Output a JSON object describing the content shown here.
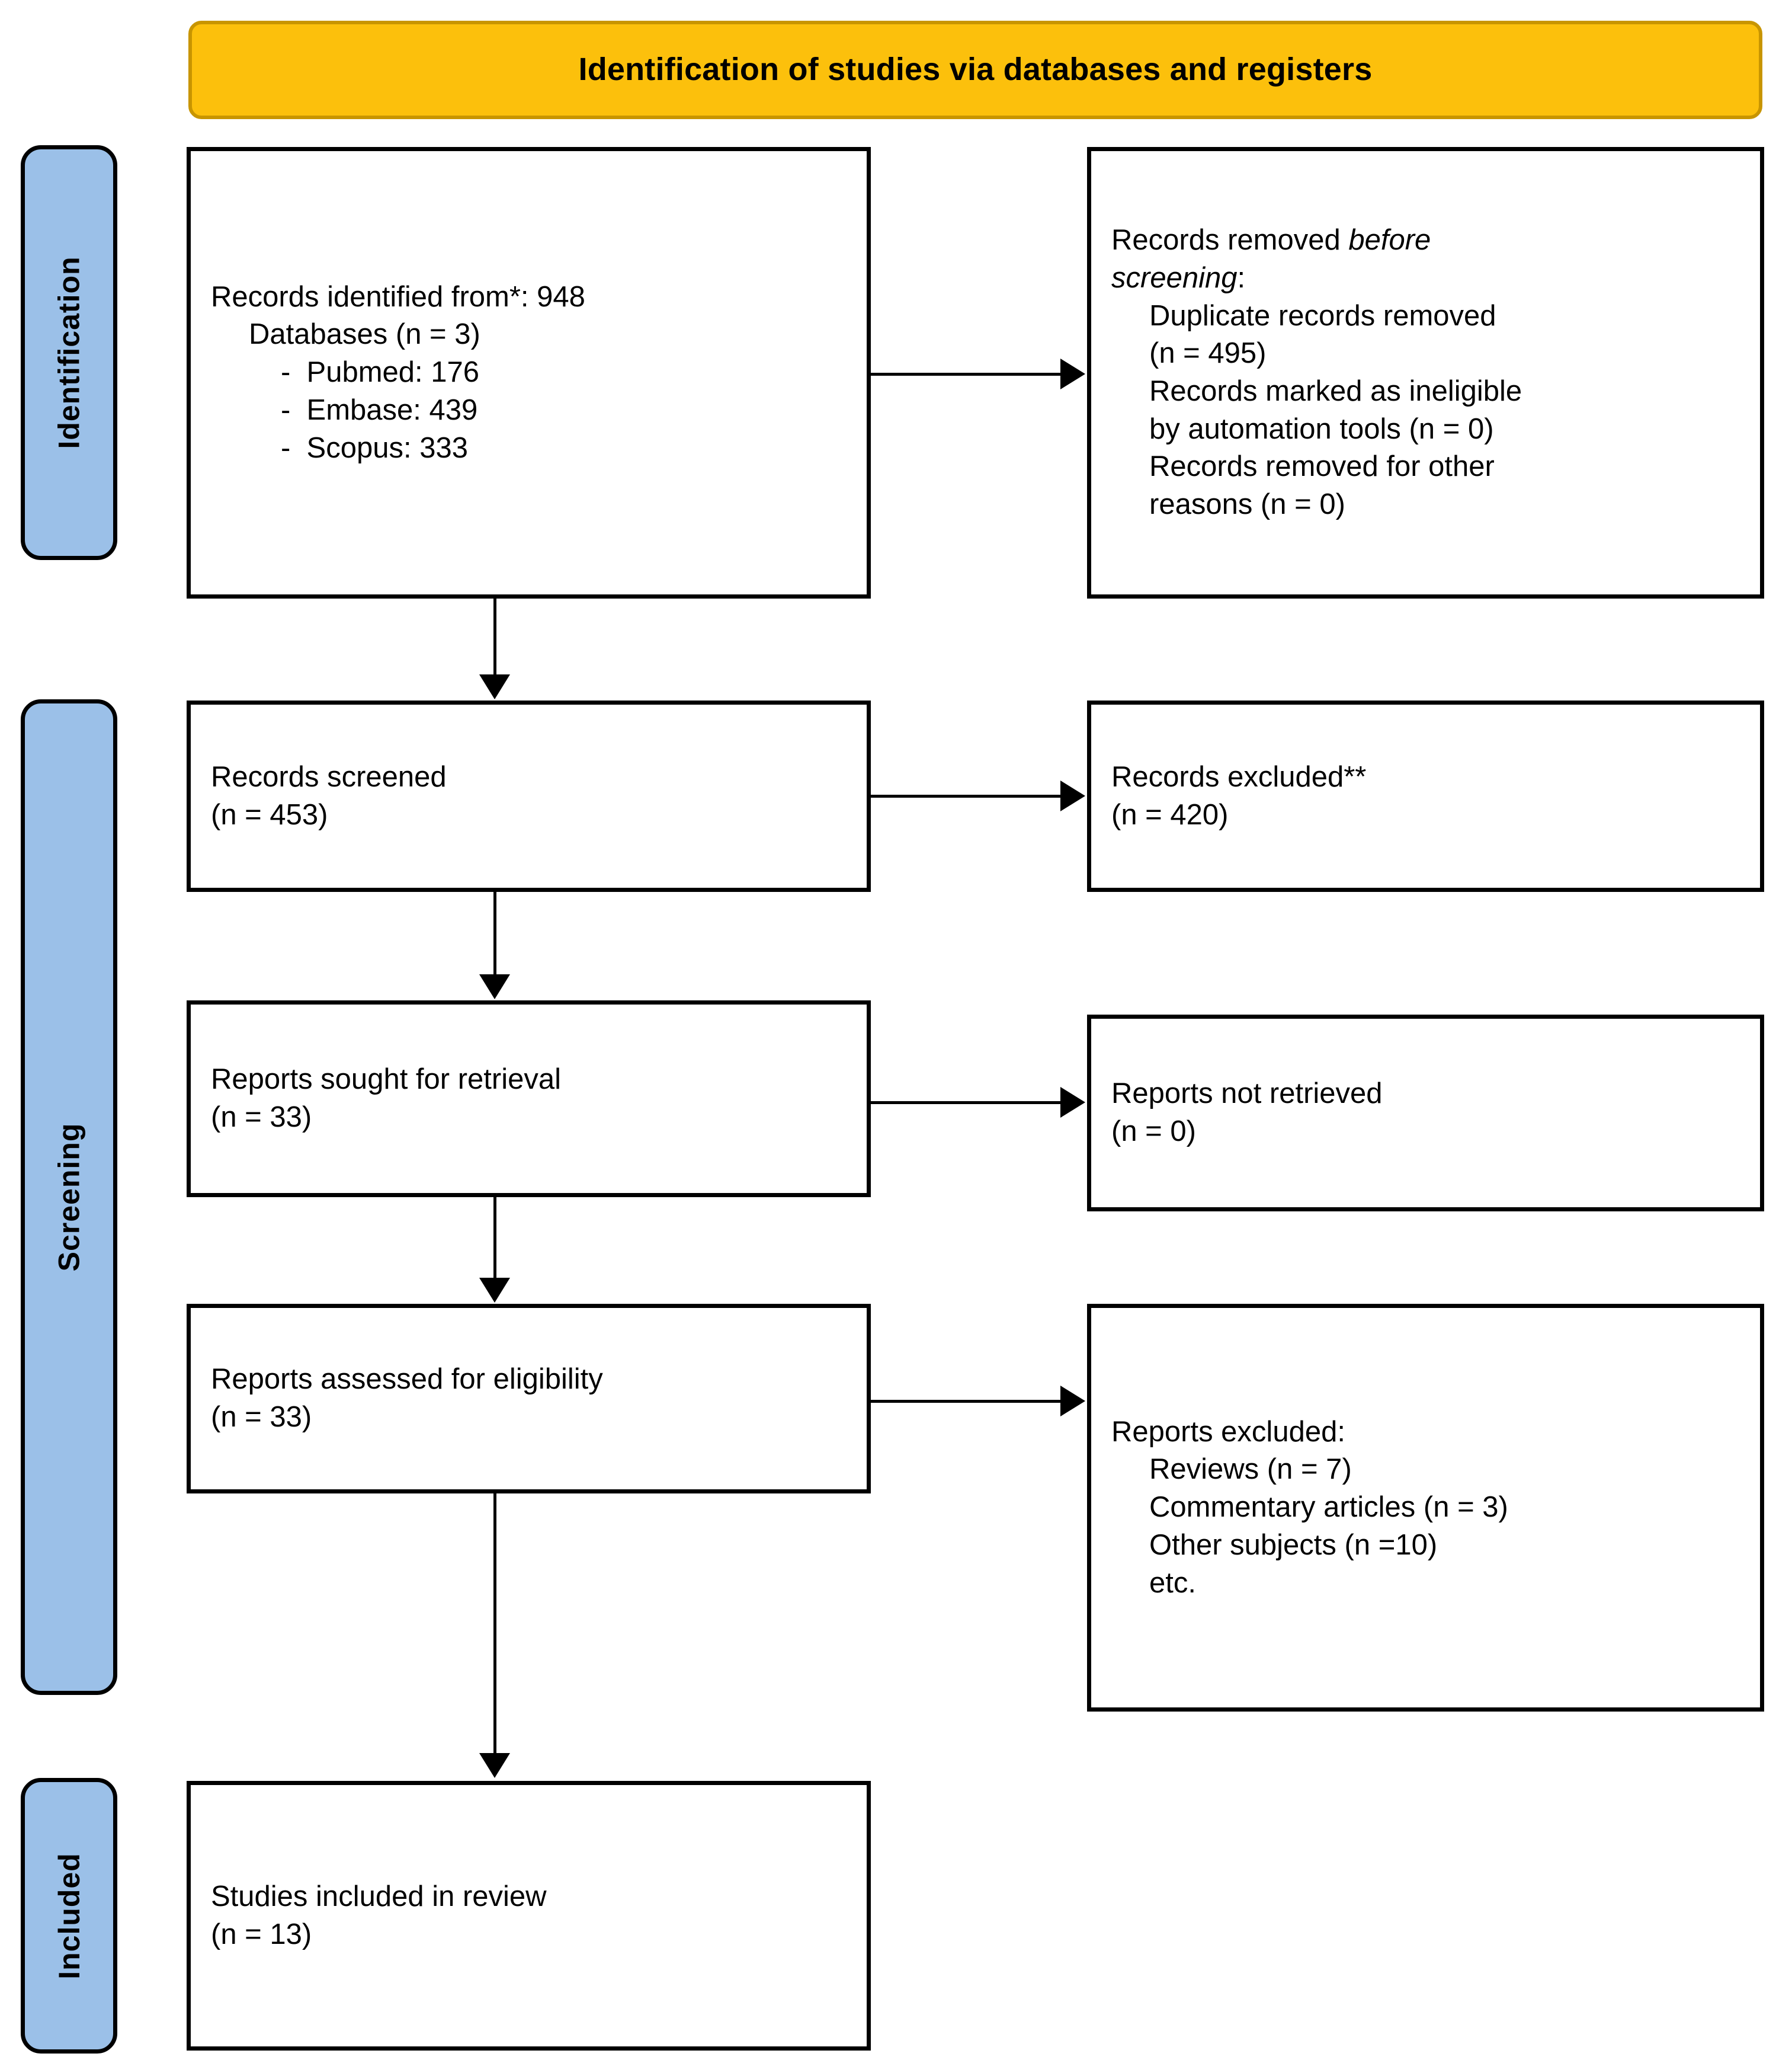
{
  "banner": {
    "title": "Identification of studies via databases and registers",
    "fill_color": "#FCC00C",
    "border_color": "#C89500"
  },
  "stages": [
    {
      "label": "Identification",
      "fill_color": "#9BC0E8"
    },
    {
      "label": "Screening",
      "fill_color": "#9BC0E8"
    },
    {
      "label": "Included",
      "fill_color": "#9BC0E8"
    }
  ],
  "boxes": {
    "identified": {
      "line1": "Records identified from*: 948",
      "line2": "Databases (n = 3)",
      "bullet1": "-  Pubmed: 176",
      "bullet2": "-  Embase: 439",
      "bullet3": "-  Scopus: 333"
    },
    "removed_before_screening": {
      "line1_a": "Records removed ",
      "line1_b": "before",
      "line2_a": "screening",
      "line2_b": ":",
      "line3": "Duplicate records removed",
      "line4": "(n = 495)",
      "line5": "Records marked as ineligible",
      "line6": "by automation tools (n = 0)",
      "line7": "Records removed for other",
      "line8": "reasons (n = 0)"
    },
    "records_screened": {
      "line1": "Records screened",
      "line2": "(n = 453)"
    },
    "records_excluded": {
      "line1": "Records excluded**",
      "line2": "(n = 420)"
    },
    "reports_sought": {
      "line1": "Reports sought for retrieval",
      "line2": "(n = 33)"
    },
    "reports_not_retrieved": {
      "line1": "Reports not retrieved",
      "line2": "(n = 0)"
    },
    "reports_assessed": {
      "line1": "Reports assessed for eligibility",
      "line2": "(n = 33)"
    },
    "reports_excluded": {
      "line1": "Reports excluded:",
      "line2": "Reviews (n = 7)",
      "line3": "Commentary articles (n = 3)",
      "line4": "Other subjects (n =10)",
      "line5": "etc."
    },
    "studies_included": {
      "line1": "Studies included in review",
      "line2": "(n = 13)"
    }
  },
  "chart_data": {
    "type": "diagram",
    "title": "Identification of studies via databases and registers",
    "nodes": [
      {
        "id": "identified",
        "stage": "Identification",
        "label": "Records identified from*",
        "n": 948,
        "detail": {
          "Databases (n)": 3,
          "Pubmed": 176,
          "Embase": 439,
          "Scopus": 333
        }
      },
      {
        "id": "removed_before_screening",
        "stage": "Identification",
        "label": "Records removed before screening",
        "detail": {
          "Duplicate records removed": 495,
          "Records marked as ineligible by automation tools": 0,
          "Records removed for other reasons": 0
        }
      },
      {
        "id": "records_screened",
        "stage": "Screening",
        "label": "Records screened",
        "n": 453
      },
      {
        "id": "records_excluded",
        "stage": "Screening",
        "label": "Records excluded**",
        "n": 420
      },
      {
        "id": "reports_sought",
        "stage": "Screening",
        "label": "Reports sought for retrieval",
        "n": 33
      },
      {
        "id": "reports_not_retrieved",
        "stage": "Screening",
        "label": "Reports not retrieved",
        "n": 0
      },
      {
        "id": "reports_assessed",
        "stage": "Screening",
        "label": "Reports assessed for eligibility",
        "n": 33
      },
      {
        "id": "reports_excluded",
        "stage": "Screening",
        "label": "Reports excluded",
        "detail": {
          "Reviews": 7,
          "Commentary articles": 3,
          "Other subjects": 10,
          "etc.": null
        }
      },
      {
        "id": "studies_included",
        "stage": "Included",
        "label": "Studies included in review",
        "n": 13
      }
    ],
    "edges": [
      {
        "from": "identified",
        "to": "removed_before_screening",
        "direction": "right"
      },
      {
        "from": "identified",
        "to": "records_screened",
        "direction": "down"
      },
      {
        "from": "records_screened",
        "to": "records_excluded",
        "direction": "right"
      },
      {
        "from": "records_screened",
        "to": "reports_sought",
        "direction": "down"
      },
      {
        "from": "reports_sought",
        "to": "reports_not_retrieved",
        "direction": "right"
      },
      {
        "from": "reports_sought",
        "to": "reports_assessed",
        "direction": "down"
      },
      {
        "from": "reports_assessed",
        "to": "reports_excluded",
        "direction": "right"
      },
      {
        "from": "reports_assessed",
        "to": "studies_included",
        "direction": "down"
      }
    ]
  }
}
